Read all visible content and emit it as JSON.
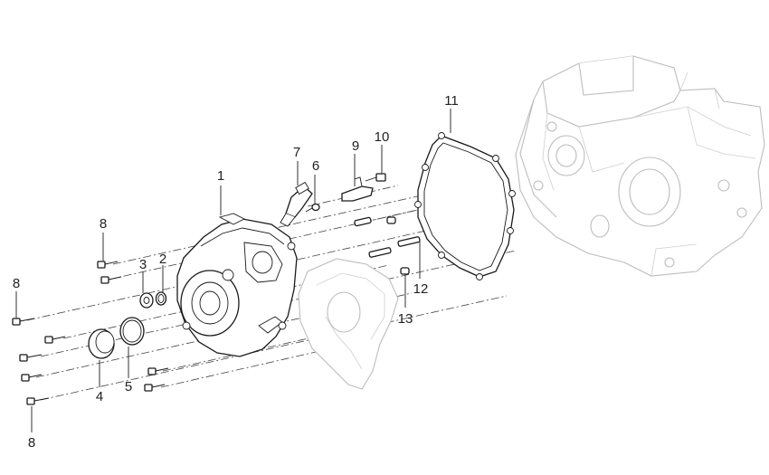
{
  "callouts": {
    "c1": "1",
    "c2": "2",
    "c3": "3",
    "c4": "4",
    "c5": "5",
    "c6": "6",
    "c7": "7",
    "c8a": "8",
    "c8b": "8",
    "c8c": "8",
    "c9": "9",
    "c10": "10",
    "c11": "11",
    "c12": "12",
    "c13": "13"
  }
}
